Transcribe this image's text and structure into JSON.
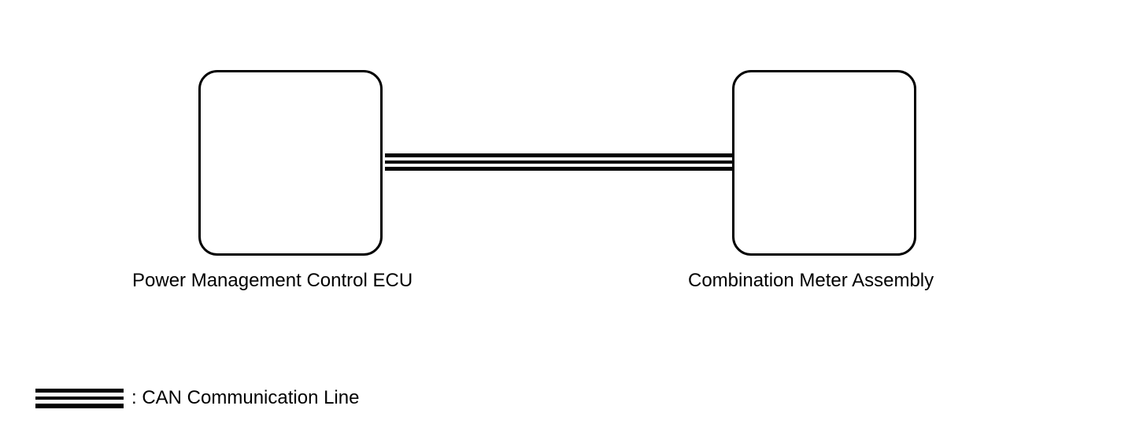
{
  "nodes": {
    "left": {
      "label": "Power Management Control ECU"
    },
    "right": {
      "label": "Combination Meter Assembly"
    }
  },
  "connection": {
    "type": "CAN Communication Line",
    "from": "Power Management Control ECU",
    "to": "Combination Meter Assembly"
  },
  "legend": {
    "text": ": CAN Communication Line"
  },
  "colors": {
    "line": "#000000",
    "background": "#ffffff"
  }
}
